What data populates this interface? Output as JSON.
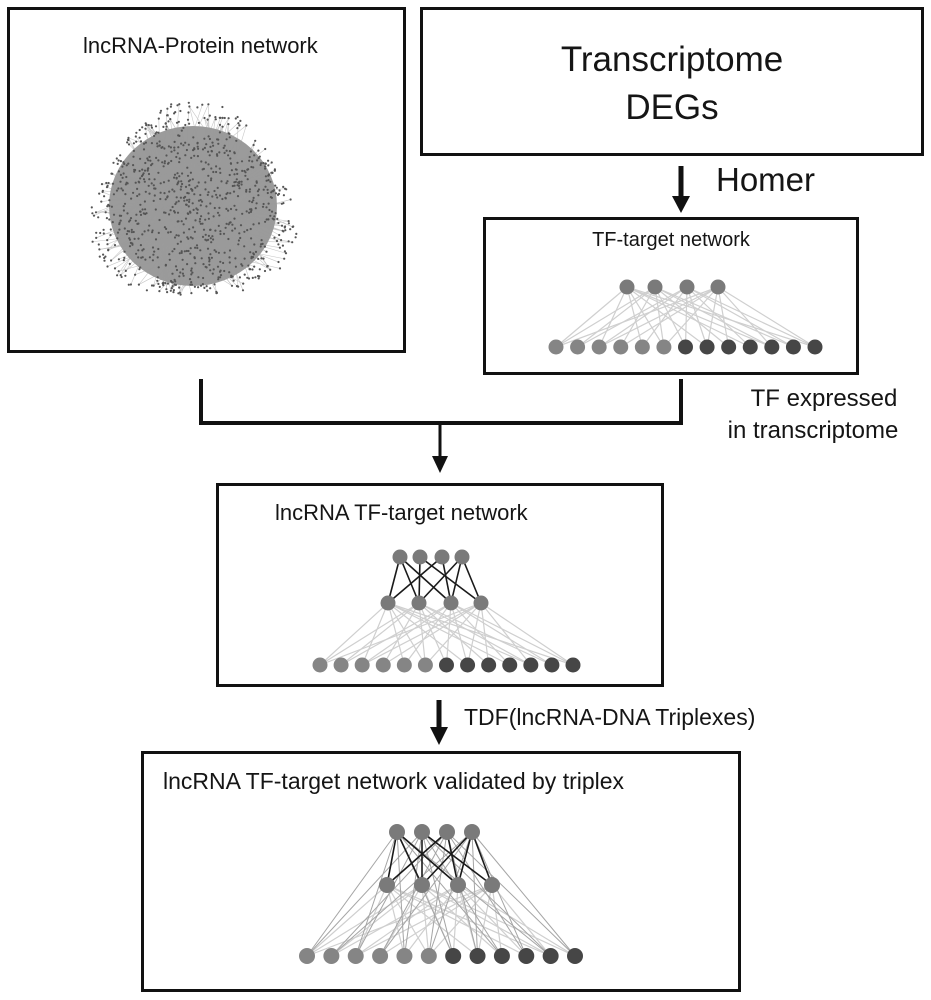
{
  "boxes": {
    "protein_network": {
      "title": "lncRNA-Protein network"
    },
    "transcriptome": {
      "line1": "Transcriptome",
      "line2": "DEGs"
    },
    "tf_target": {
      "title": "TF-target network"
    },
    "lncrna_tf_target": {
      "title": "lncRNA TF-target network"
    },
    "validated": {
      "title": "lncRNA TF-target network validated by triplex"
    }
  },
  "arrows": {
    "homer": {
      "label": "Homer"
    },
    "merge": {
      "label_line1": "TF expressed",
      "label_line2": "in transcriptome"
    },
    "tdf": {
      "label": "TDF(lncRNA-DNA Triplexes)"
    }
  },
  "networks": {
    "tf_target": {
      "tf_count": 4,
      "target_count": 13,
      "target_light_count": 6,
      "target_dark_count": 7
    },
    "lncrna_tf_target": {
      "lncrna_count": 4,
      "tf_count": 4,
      "target_count": 13,
      "target_light_count": 6,
      "target_dark_count": 7
    },
    "validated": {
      "lncrna_count": 4,
      "tf_count": 4,
      "target_count": 12,
      "target_light_count": 6,
      "target_dark_count": 6
    }
  },
  "colors": {
    "node_mid": "#7a7a7a",
    "node_light": "#858585",
    "node_dark": "#464646",
    "edge_light": "#cfcfcf",
    "edge_dark": "#1a1a1a",
    "edge_mid": "#a5a5a5",
    "border": "#111111"
  }
}
